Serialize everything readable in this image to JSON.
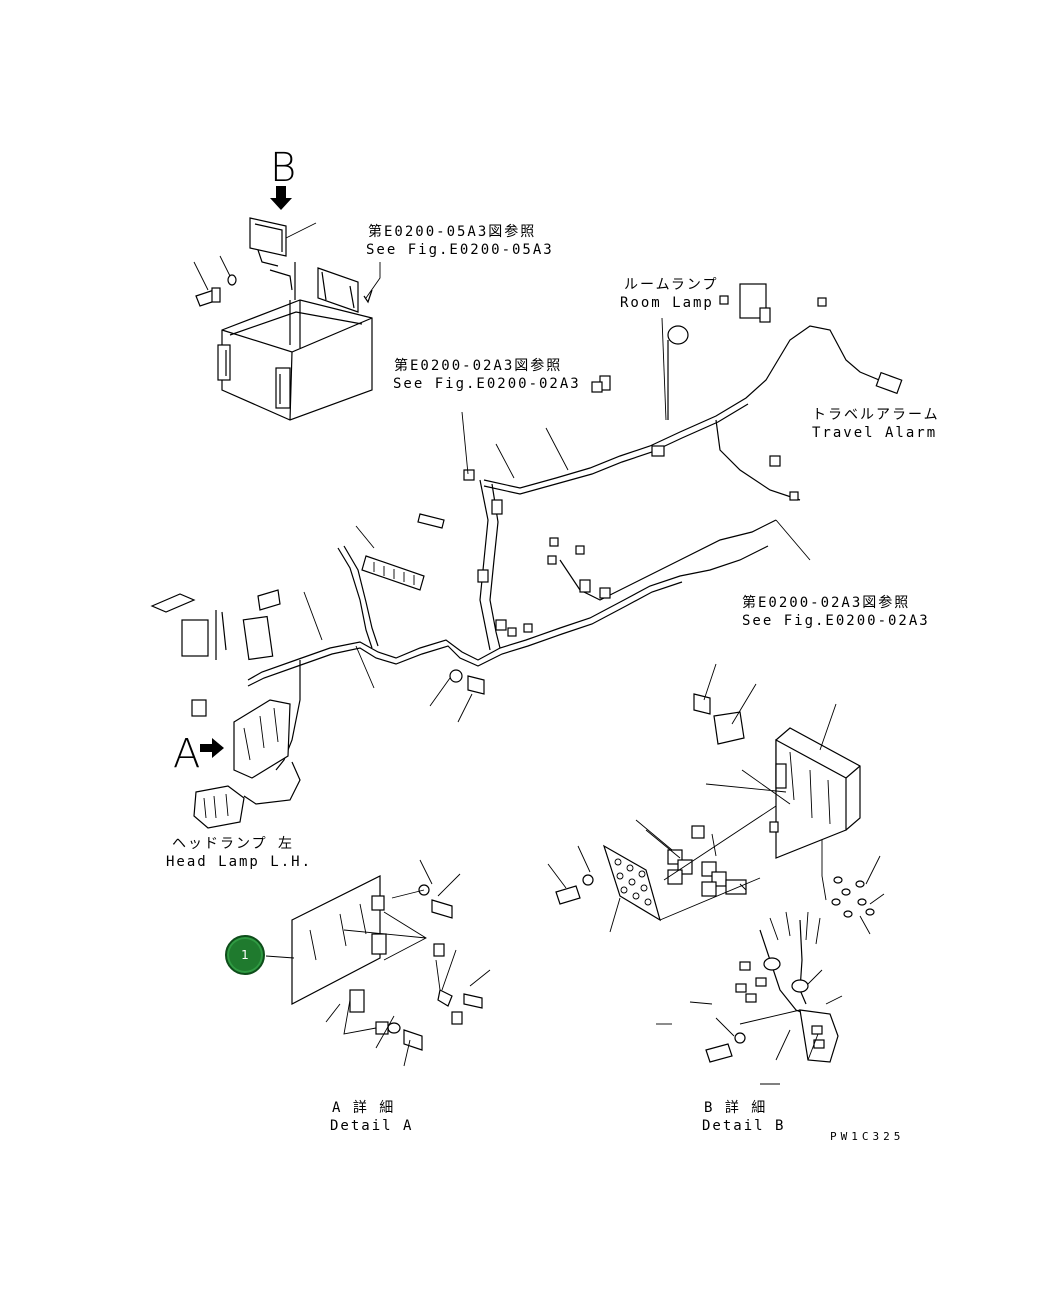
{
  "labels": {
    "view_b_letter": "B",
    "view_a_letter": "A",
    "ref_05a3_jp": "第E0200-05A3図参照",
    "ref_05a3_en": "See Fig.E0200-05A3",
    "room_lamp_jp": "ルームランプ",
    "room_lamp_en": "Room Lamp",
    "ref_02a3_upper_jp": "第E0200-02A3図参照",
    "ref_02a3_upper_en": "See Fig.E0200-02A3",
    "travel_alarm_jp": "トラベルアラーム",
    "travel_alarm_en": "Travel Alarm",
    "ref_02a3_right_jp": "第E0200-02A3図参照",
    "ref_02a3_right_en": "See Fig.E0200-02A3",
    "head_lamp_jp": "ヘッドランプ 左",
    "head_lamp_en": "Head Lamp L.H.",
    "detail_a_jp": "A 詳 細",
    "detail_a_en": "Detail A",
    "detail_b_jp": "B 詳 細",
    "detail_b_en": "Detail B",
    "figure_code": "PW1C325"
  },
  "callout": {
    "number": "1",
    "color": "#1f7a2e"
  },
  "colors": {
    "line": "#000000",
    "background": "#ffffff"
  }
}
